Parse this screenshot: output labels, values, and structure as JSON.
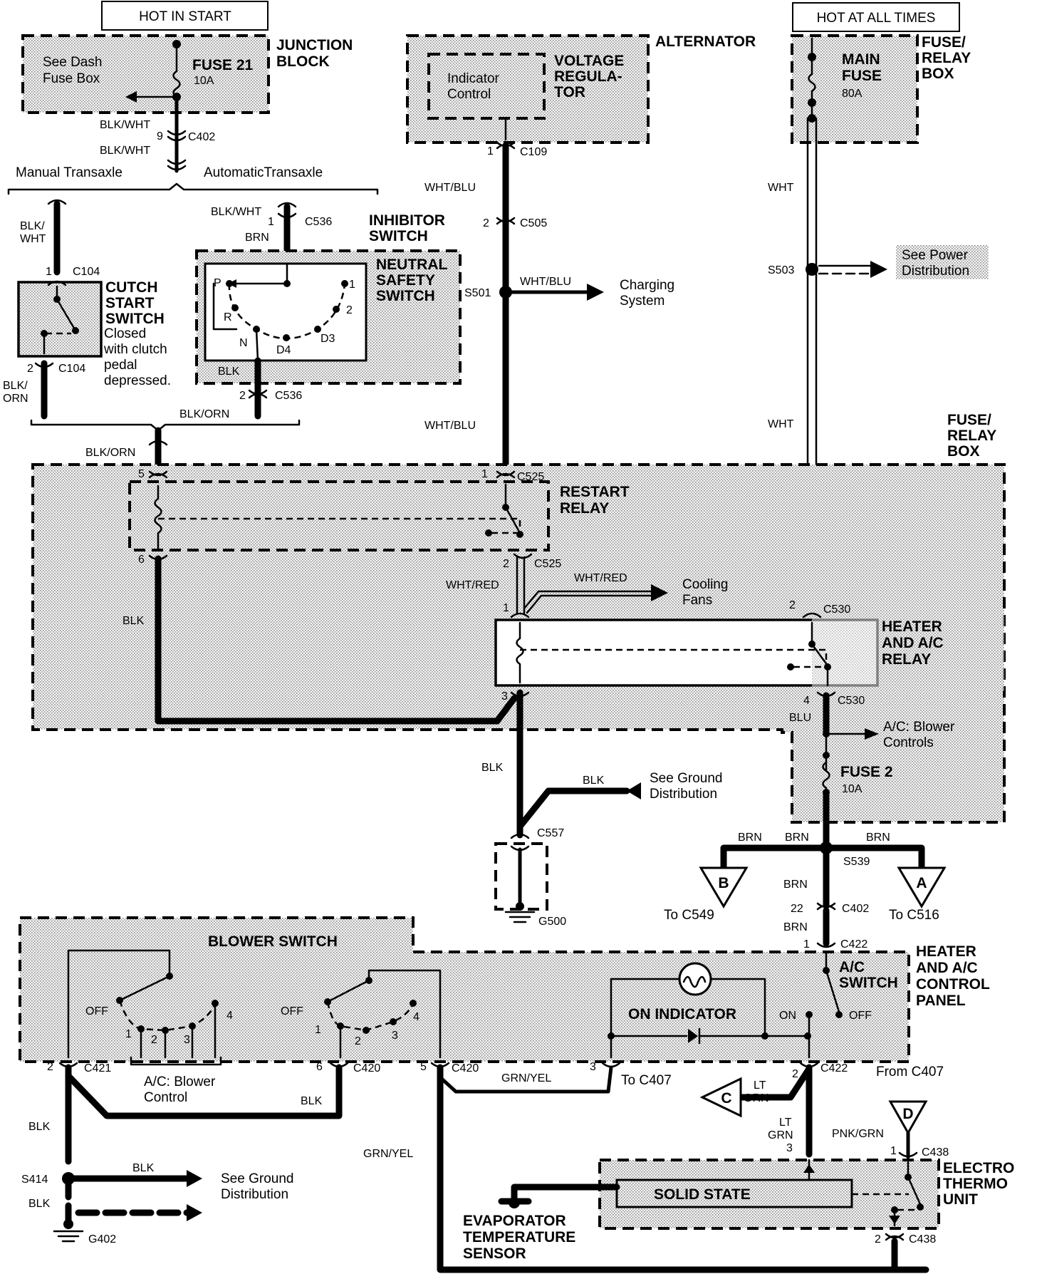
{
  "header": {
    "hot_in_start": "HOT IN START",
    "hot_at_all_times": "HOT AT ALL TIMES"
  },
  "components": {
    "junction_block": "JUNCTION BLOCK",
    "see_dash_fuse_box": "See Dash Fuse Box",
    "fuse21": "FUSE 21",
    "fuse21_rating": "10A",
    "alternator": "ALTERNATOR",
    "voltage_regulator": "VOLTAGE REGULA- TOR",
    "indicator_control": "Indicator Control",
    "fuse_relay_box": "FUSE/ RELAY BOX",
    "main_fuse": "MAIN FUSE",
    "main_fuse_rating": "80A",
    "manual_transaxle": "Manual Transaxle",
    "automatic_transaxle": "AutomaticTransaxle",
    "clutch_start_switch": "CUTCH START SWITCH",
    "clutch_note": "Closed with clutch pedal depressed.",
    "inhibitor_switch": "INHIBITOR SWITCH",
    "neutral_safety_switch": "NEUTRAL SAFETY SWITCH",
    "restart_relay": "RESTART RELAY",
    "heater_ac_relay": "HEATER AND A/C RELAY",
    "fuse2": "FUSE 2",
    "fuse2_rating": "10A",
    "blower_switch": "BLOWER SWITCH",
    "heater_ac_control_panel": "HEATER AND A/C CONTROL PANEL",
    "ac_switch": "A/C SWITCH",
    "on_indicator": "ON INDICATOR",
    "solid_state": "SOLID STATE",
    "electro_thermo_unit": "ELECTRO THERMO UNIT",
    "evaporator_sensor": "EVAPORATOR TEMPERATURE SENSOR"
  },
  "refs": {
    "charging_system": "Charging System",
    "see_power_distribution": "See Power Distribution",
    "cooling_fans": "Cooling Fans",
    "ac_blower_controls": "A/C: Blower Controls",
    "ac_blower_control": "A/C: Blower Control",
    "see_ground_distribution": "See Ground Distribution",
    "to_c549": "To C549",
    "to_c516": "To C516",
    "to_c407": "To C407",
    "from_c407": "From C407"
  },
  "connectors": {
    "c402": "C402",
    "c109": "C109",
    "c505": "C505",
    "c536": "C536",
    "c104": "C104",
    "c525": "C525",
    "c530": "C530",
    "c557": "C557",
    "c421": "C421",
    "c420": "C420",
    "c422": "C422",
    "c438": "C438",
    "s501": "S501",
    "s503": "S503",
    "s539": "S539",
    "s414": "S414",
    "g500": "G500",
    "g402": "G402"
  },
  "wires": {
    "blk_wht": "BLK/WHT",
    "blk_wht_split": "BLK/ WHT",
    "wht_blu": "WHT/BLU",
    "wht": "WHT",
    "brn": "BRN",
    "blk": "BLK",
    "blk_orn": "BLK/ORN",
    "blk_orn_split": "BLK/ ORN",
    "wht_red": "WHT/RED",
    "blu": "BLU",
    "grn_yel": "GRN/YEL",
    "lt_grn": "LT GRN",
    "pnk_grn": "PNK/GRN"
  },
  "pins": {
    "p1": "1",
    "p2": "2",
    "p3": "3",
    "p4": "4",
    "p5": "5",
    "p6": "6",
    "p9": "9",
    "p22": "22",
    "gear_p": "P",
    "gear_r": "R",
    "gear_n": "N",
    "gear_d4": "D4",
    "gear_d3": "D3",
    "off": "OFF",
    "on": "ON"
  },
  "markers": {
    "a": "A",
    "b": "B",
    "c": "C",
    "d": "D"
  },
  "colors": {
    "ink": "#000000",
    "paper": "#ffffff",
    "shade": "#bdbdbd"
  }
}
